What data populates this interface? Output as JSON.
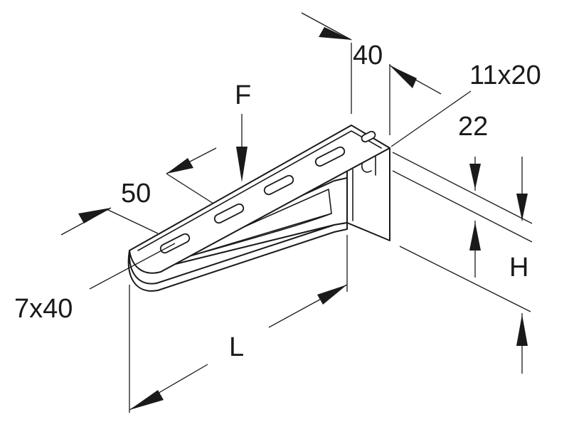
{
  "labels": {
    "width": "40",
    "slot_end": "11x20",
    "force": "F",
    "offset_22": "22",
    "pitch": "50",
    "height": "H",
    "slot_front": "7x40",
    "length": "L"
  }
}
